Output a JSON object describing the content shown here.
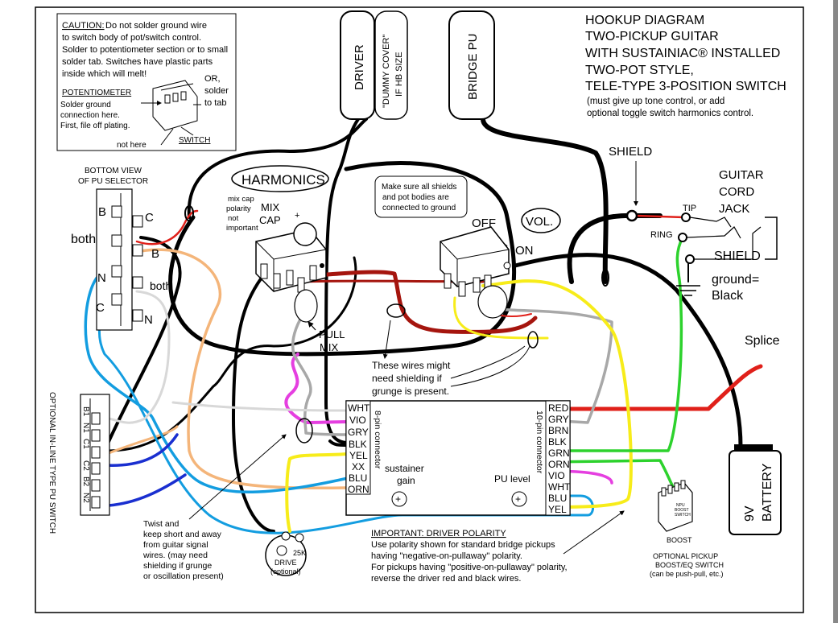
{
  "title": {
    "lines": [
      "HOOKUP DIAGRAM",
      "TWO-PICKUP GUITAR",
      "WITH SUSTAINIAC® INSTALLED",
      "TWO-POT STYLE,",
      "TELE-TYPE 3-POSITION SWITCH"
    ],
    "note": [
      "(must give up tone control, or add",
      "optional toggle switch harmonics control."
    ]
  },
  "caution": {
    "heading": "CAUTION:",
    "lines": [
      "Do not solder ground wire",
      "to switch body of pot/switch control.",
      "Solder to potentiometer section or to small",
      "solder tab.  Switches have plastic parts",
      "inside which will melt!"
    ],
    "pot_label": "POTENTIOMETER",
    "pot_lines": [
      "Solder ground",
      "connection here.",
      "First, file off plating."
    ],
    "or_lines": [
      "OR,",
      "solder",
      "to tab"
    ],
    "not_here": "not here",
    "switch_label": "SWITCH"
  },
  "pickups": {
    "driver": "DRIVER",
    "dummy_cover": [
      "\"DUMMY COVER\"",
      "IF HB SIZE"
    ],
    "bridge": "BRIDGE PU"
  },
  "selector": {
    "heading": [
      "BOTTOM VIEW",
      "OF PU SELECTOR"
    ],
    "labels": {
      "b_left": "B",
      "c_right": "C",
      "both_left": "both",
      "b_right": "B",
      "n_left": "N",
      "both_right": "both",
      "c_left": "C",
      "n_right": "N"
    }
  },
  "harmonics": {
    "label": "HARMONICS",
    "mix_cap_note": [
      "mix cap",
      "polarity",
      "not",
      "important"
    ],
    "mix_cap": [
      "MIX",
      "CAP"
    ],
    "plus": "+",
    "pull_mix": [
      "PULL",
      "MIX"
    ]
  },
  "shield_note": [
    "Make sure all shields",
    "and pot bodies are",
    "connected to ground"
  ],
  "volume": {
    "label": "VOL.",
    "off": "OFF",
    "on": "ON"
  },
  "jack": {
    "shield_top": "SHIELD",
    "title": [
      "GUITAR",
      "CORD",
      "JACK"
    ],
    "tip": "TIP",
    "ring": "RING",
    "shield_bottom": "SHIELD",
    "ground": [
      "ground=",
      "Black"
    ]
  },
  "splice": "Splice",
  "battery": [
    "9V",
    "BATTERY"
  ],
  "grunge_note": [
    "These wires might",
    "need shielding if",
    "grunge is present."
  ],
  "board": {
    "pins8": [
      "WHT",
      "VIO",
      "GRY",
      "BLK",
      "YEL",
      "XX",
      "BLU",
      "ORN"
    ],
    "pins10": [
      "RED",
      "GRY",
      "BRN",
      "BLK",
      "GRN",
      "ORN",
      "VIO",
      "WHT",
      "BLU",
      "YEL"
    ],
    "conn8": "8-pin connector",
    "conn10": "10-pin connector",
    "sustainer_gain": [
      "sustainer",
      "gain"
    ],
    "pu_level": "PU level",
    "plus": "+"
  },
  "inline_switch": {
    "label": "OPTIONAL IN-LINE TYPE PU SWITCH",
    "pins": [
      "B1",
      "N1",
      "C1",
      "C2",
      "B2",
      "N2"
    ]
  },
  "twist_note": [
    "Twist and",
    "keep short and away",
    "from guitar signal",
    "wires.  (may need",
    "shielding if grunge",
    "or oscillation present)"
  ],
  "drive_pot": [
    "25K",
    "DRIVE",
    "(optional)"
  ],
  "polarity": {
    "heading": "IMPORTANT: DRIVER POLARITY",
    "lines": [
      "Use polarity shown for standard bridge pickups",
      "having \"negative-on-pullaway\" polarity.",
      "For pickups having \"positive-on-pullaway\" polarity,",
      "reverse the driver red and black wires."
    ]
  },
  "boost": {
    "label": "BOOST",
    "switch_text": [
      "NPU",
      "BOOST",
      "SWITCH"
    ],
    "caption": [
      "OPTIONAL PICKUP",
      "BOOST/EQ SWITCH",
      "(can be push-pull, etc.)"
    ]
  },
  "colors": {
    "red": "#e0201a",
    "darkred": "#a5150e",
    "black": "#000000",
    "orange": "#f4b57a",
    "blue": "#139de0",
    "navy": "#1a2fd0",
    "magenta": "#e53fe0",
    "yellow": "#f7ec1a",
    "green": "#2dd22d",
    "gray": "#a8a8a8",
    "lightgray": "#d8d8d8"
  }
}
